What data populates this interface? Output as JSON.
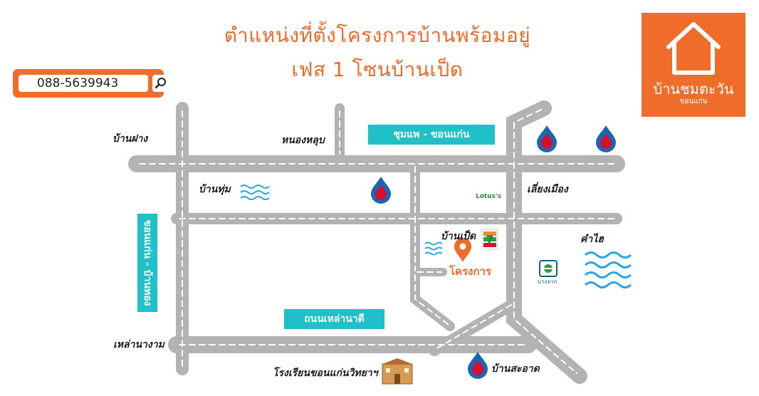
{
  "title": {
    "line1": "ตำแหน่งที่ตั้งโครงการบ้านพร้อมอยู่",
    "line2": "เฟส 1 โซนบ้านเป็ด"
  },
  "contact": {
    "phone": "088-5639943"
  },
  "brand": {
    "name": "บ้านชมตะวัน",
    "subtitle": "ขอนแก่น"
  },
  "roads": {
    "chumphae": "ชุมแพ - ขอนแก่น",
    "lao_na_di": "ถนนเหล่านาดี",
    "khonkaen_bypass": "ขอนแก่น - บ้านทอง"
  },
  "places": {
    "ban_fang": "บ้านฝาง",
    "nong_lup": "หนองหลุบ",
    "ban_thum": "บ้านทุ่ม",
    "liang_mueang": "เลี่ยงเมือง",
    "ban_pet": "บ้านเป็ด",
    "kham_hai": "คำไฮ",
    "lao_na_ngam": "เหล่านางาม",
    "school": "โรงเรียนขอนแก่นวิทยาฯ",
    "ban_sa_at": "บ้านสะอาด"
  },
  "project": {
    "label": "โครงการ"
  },
  "landmarks": {
    "lotus": "Lotus's",
    "bangchak": "บางจาก"
  },
  "colors": {
    "accent": "#ef6c2b",
    "road": "#b3b3b3",
    "road_marking": "#ffffff",
    "tag": "#1fc0c8",
    "water": "#2aa6dd",
    "ptt_drop": "#1667b4",
    "ptt_core": "#d3112e"
  },
  "icons": [
    "search-icon",
    "house-icon",
    "gas-station-icon",
    "water-icon",
    "pin-icon",
    "seven-eleven-icon",
    "school-icon"
  ]
}
